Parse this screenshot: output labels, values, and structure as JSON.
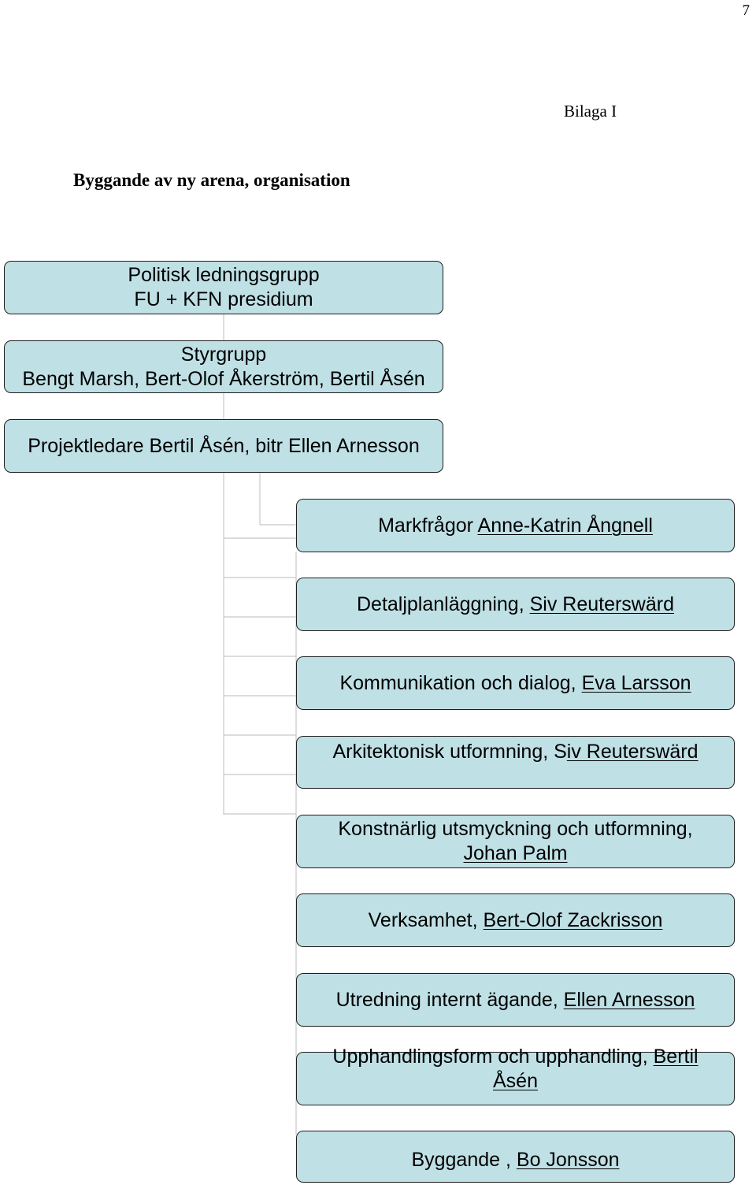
{
  "page": {
    "page_number": "7",
    "annex_label": "Bilaga I",
    "title": "Byggande av ny arena, organisation"
  },
  "hierarchy": [
    {
      "id": "political",
      "lines": [
        "Politisk ledningsgrupp",
        "FU + KFN presidium"
      ]
    },
    {
      "id": "steering",
      "lines": [
        "Styrgrupp",
        "Bengt Marsh, Bert-Olof Åkerström, Bertil Åsén"
      ]
    },
    {
      "id": "project-lead",
      "lines": [
        "Projektledare Bertil Åsén, bitr Ellen Arnesson"
      ]
    }
  ],
  "subgroups": [
    {
      "topic": "Markfrågor ",
      "person": "Anne-Katrin Ångnell"
    },
    {
      "topic": "Detaljplanläggning, ",
      "person": "Siv Reuterswärd"
    },
    {
      "topic": "Kommunikation och dialog, ",
      "person": "Eva Larsson"
    },
    {
      "topic": "Arkitektonisk utformning, S",
      "person": "iv Reuterswärd"
    },
    {
      "topic": "Konstnärlig utsmyckning och utformning, ",
      "person": "Johan Palm",
      "wrap": true
    },
    {
      "topic": "Verksamhet, ",
      "person": "Bert-Olof Zackrisson"
    },
    {
      "topic": "Utredning internt ägande, ",
      "person": "Ellen Arnesson"
    },
    {
      "topic": "Upphandlingsform och upphandling, ",
      "person": "Bertil",
      "person_line2": "Åsén",
      "wrap": true
    },
    {
      "topic": "Byggande , ",
      "person": "Bo Jonsson"
    }
  ]
}
